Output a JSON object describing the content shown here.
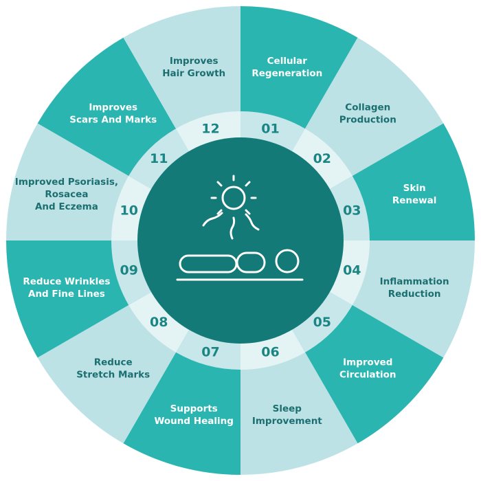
{
  "segments": [
    {
      "number": "01",
      "label_lines": [
        "Cellular",
        "Regeneration"
      ]
    },
    {
      "number": "02",
      "label_lines": [
        "Collagen",
        "Production"
      ]
    },
    {
      "number": "03",
      "label_lines": [
        "Skin",
        "Renewal"
      ]
    },
    {
      "number": "04",
      "label_lines": [
        "Inflammation",
        "Reduction"
      ]
    },
    {
      "number": "05",
      "label_lines": [
        "Improved",
        "Circulation"
      ]
    },
    {
      "number": "06",
      "label_lines": [
        "Sleep",
        "Improvement"
      ]
    },
    {
      "number": "07",
      "label_lines": [
        "Supports",
        "Wound Healing"
      ]
    },
    {
      "number": "08",
      "label_lines": [
        "Reduce",
        "Stretch Marks"
      ]
    },
    {
      "number": "09",
      "label_lines": [
        "Reduce Wrinkles",
        "And Fine Lines"
      ]
    },
    {
      "number": "10",
      "label_lines": [
        "Improved Psoriasis,",
        "Rosacea",
        "And Eczema"
      ]
    },
    {
      "number": "11",
      "label_lines": [
        "Improves",
        "Scars And Marks"
      ]
    },
    {
      "number": "12",
      "label_lines": [
        "Improves",
        "Hair Growth"
      ]
    }
  ],
  "colors": {
    "teal": "#2ab5b1",
    "light": "#bde2e6",
    "ring_a": "#c7e7ea",
    "ring_b": "#e4f3f4",
    "center": "#137a78",
    "dark_text": "#1b6f70",
    "white_text": "#ffffff"
  },
  "center_icon": "sun-over-bed-icon"
}
